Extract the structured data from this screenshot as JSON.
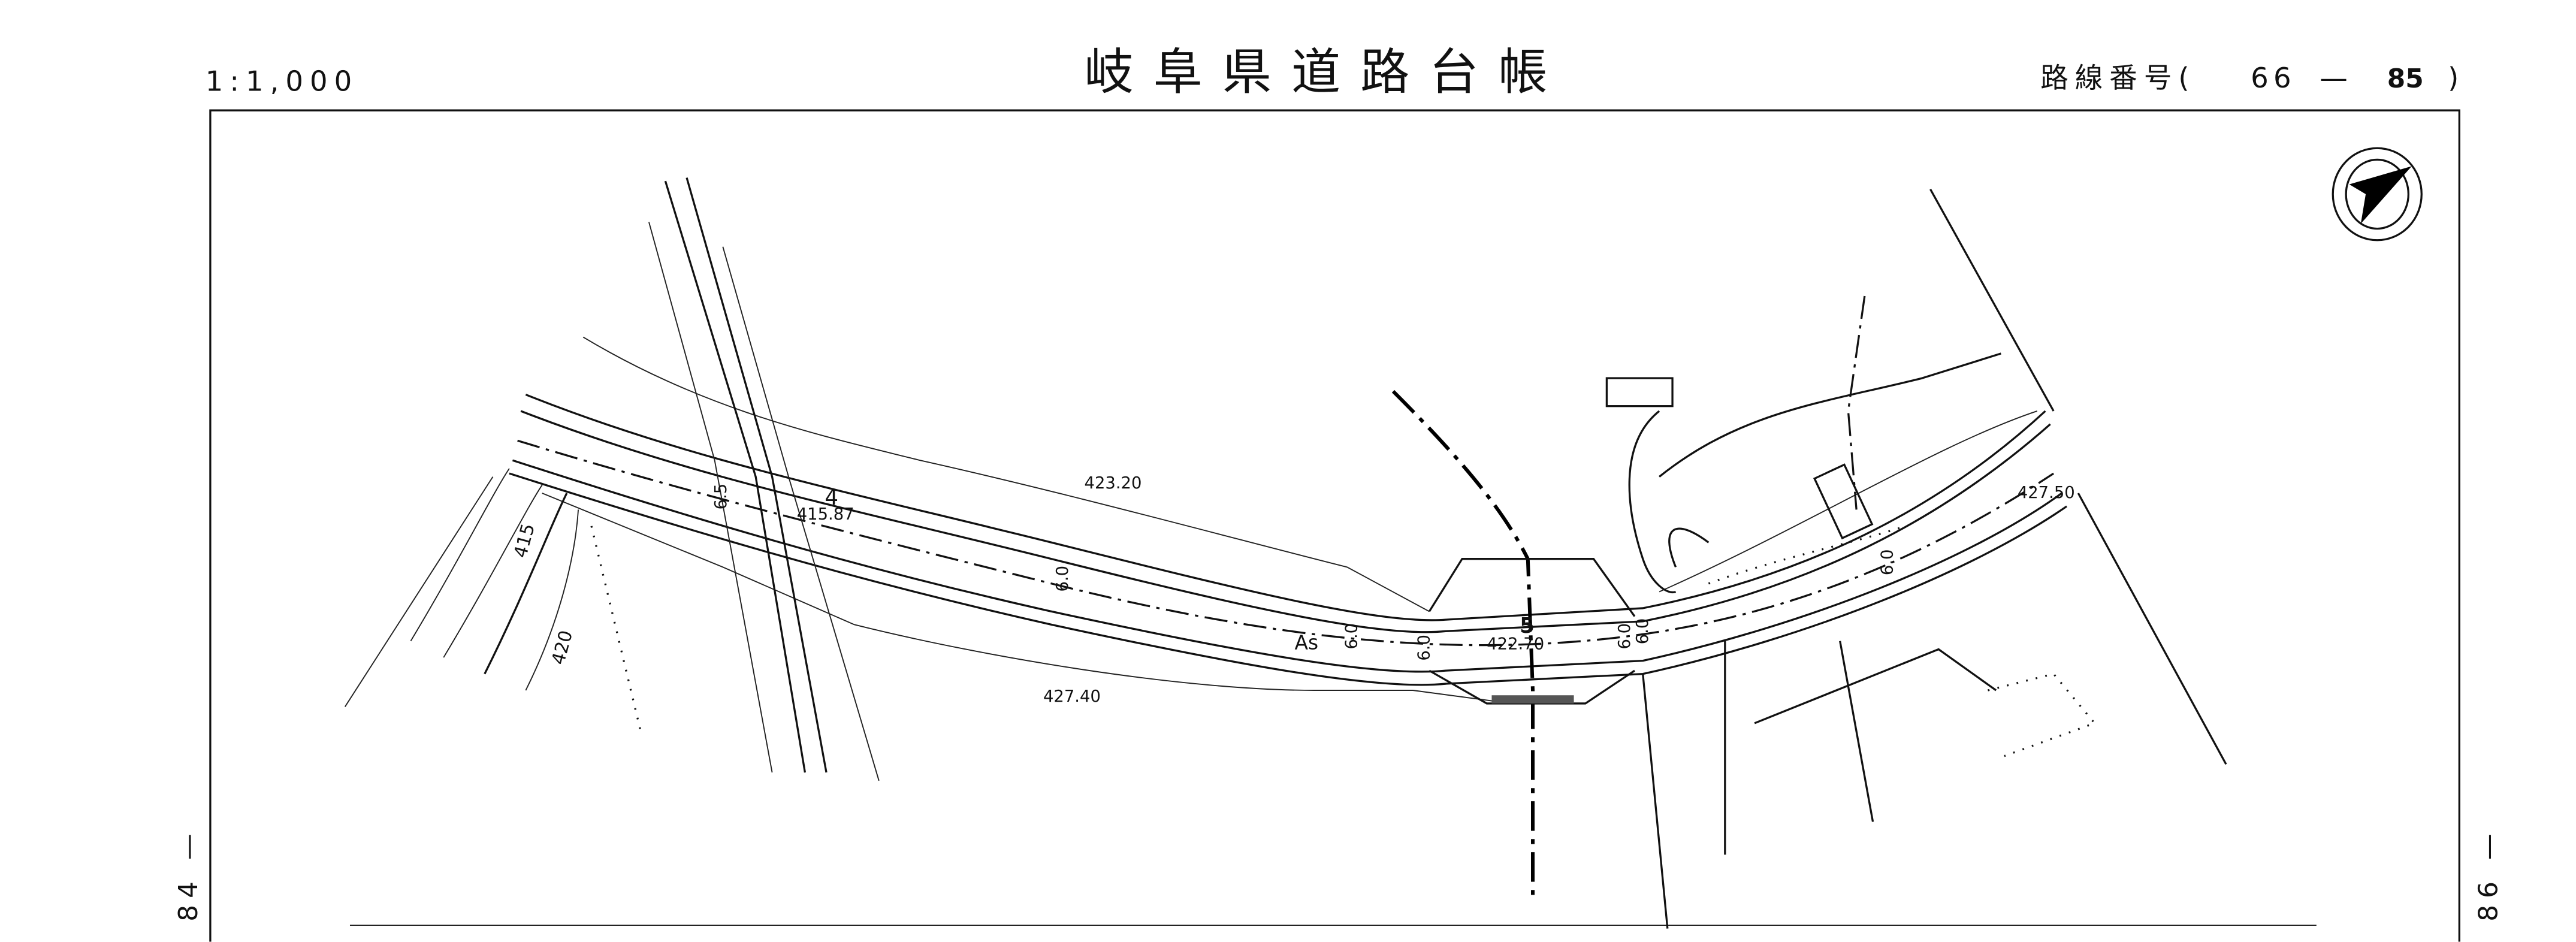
{
  "header": {
    "scale": "1:1,000",
    "title": "岐阜県道路台帳",
    "route_label": "路線番号(",
    "route_a": "66",
    "route_sep": "—",
    "route_b": "85",
    "route_close": ")"
  },
  "side": {
    "left_sheet": "( 84 —",
    "right_sheet": "( 86 —"
  },
  "map": {
    "north_arrow": "north-arrow-icon",
    "elevations": [
      "423.20",
      "415.87",
      "427.40",
      "422.70",
      "427.50"
    ],
    "stations": [
      "4",
      "5"
    ],
    "surface": "As",
    "widths": [
      "6.5",
      "6.0",
      "6.0",
      "6.0",
      "6.0",
      "6.0",
      "6.0"
    ],
    "contours": [
      "415",
      "420"
    ]
  }
}
